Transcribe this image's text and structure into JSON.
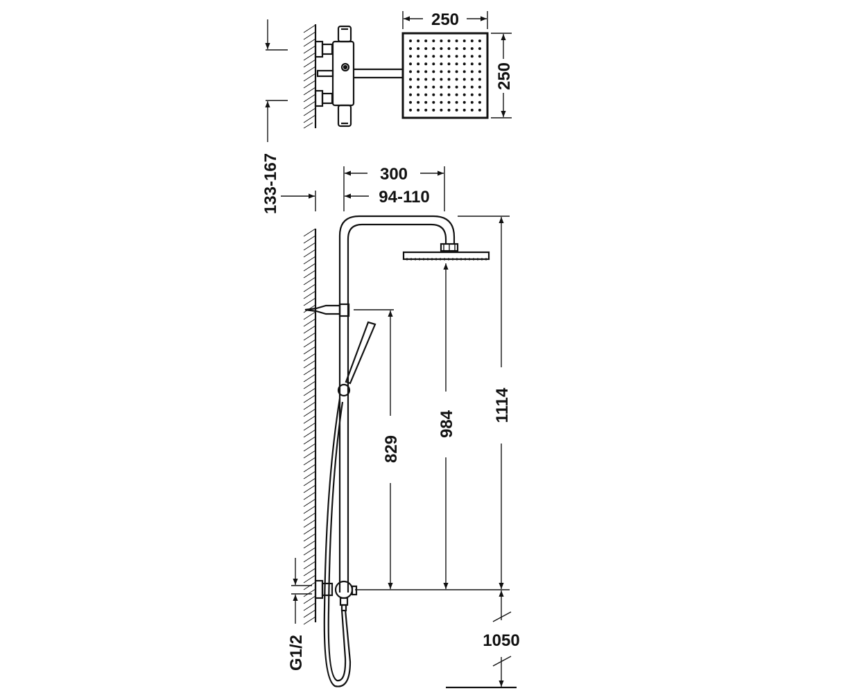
{
  "dimensions": {
    "head_width": "250",
    "head_depth": "250",
    "wall_offset": "133-167",
    "arm_reach": "300",
    "arm_offset": "94-110",
    "column_height": "1114",
    "head_height": "984",
    "support_height": "829",
    "mount_height": "1050",
    "thread": "G1/2"
  }
}
